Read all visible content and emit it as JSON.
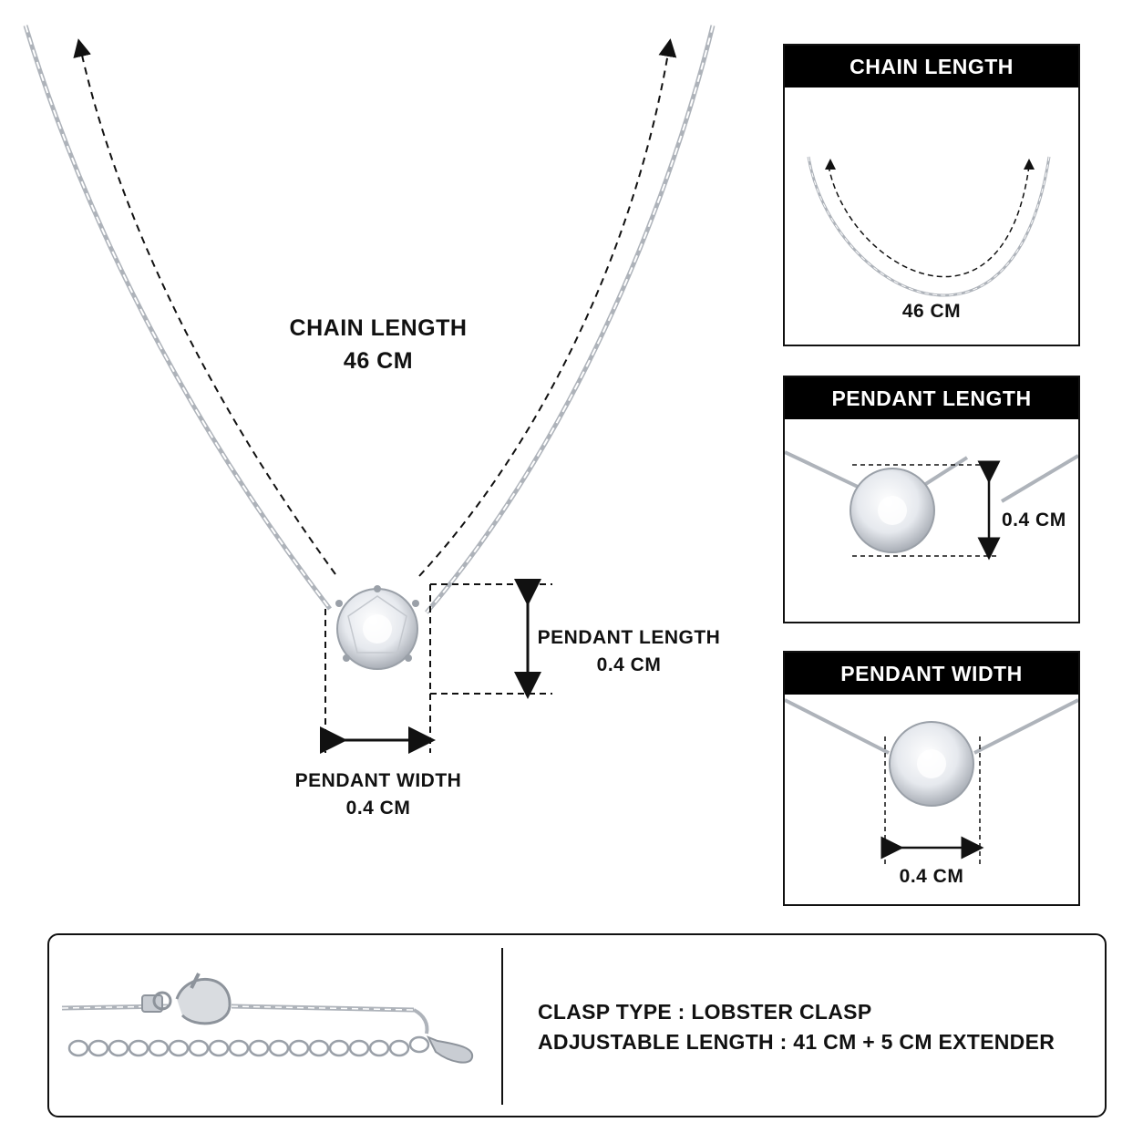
{
  "main": {
    "chain_length_label": "CHAIN LENGTH",
    "chain_length_value": "46 CM",
    "pendant_length_label": "PENDANT LENGTH",
    "pendant_length_value": "0.4 CM",
    "pendant_width_label": "PENDANT WIDTH",
    "pendant_width_value": "0.4 CM"
  },
  "panels": {
    "chain_length": {
      "title": "CHAIN LENGTH",
      "value": "46 CM"
    },
    "pendant_length": {
      "title": "PENDANT LENGTH",
      "value": "0.4 CM"
    },
    "pendant_width": {
      "title": "PENDANT WIDTH",
      "value": "0.4 CM"
    }
  },
  "clasp": {
    "type_line": "CLASP TYPE : LOBSTER CLASP",
    "length_line": "ADJUSTABLE LENGTH : 41 CM + 5 CM EXTENDER"
  },
  "colors": {
    "chain": "#b8bcc2",
    "text": "#111111",
    "header_bg": "#000000"
  }
}
